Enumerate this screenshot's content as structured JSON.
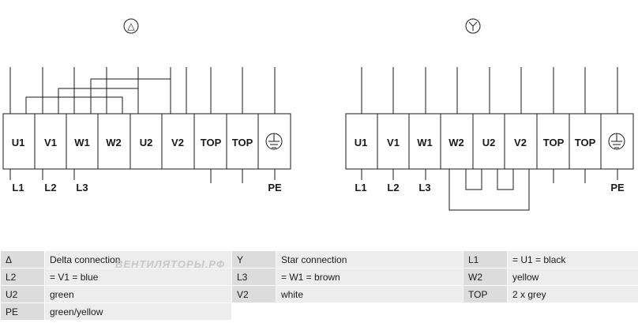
{
  "delta_diagram": {
    "symbol": "△",
    "terminals": [
      "U1",
      "V1",
      "W1",
      "W2",
      "U2",
      "V2",
      "TOP",
      "TOP"
    ],
    "supply_labels": [
      "L1",
      "L2",
      "L3"
    ],
    "earth_label": "PE"
  },
  "star_diagram": {
    "symbol": "Y",
    "terminals": [
      "U1",
      "V1",
      "W1",
      "W2",
      "U2",
      "V2",
      "TOP",
      "TOP"
    ],
    "supply_labels": [
      "L1",
      "L2",
      "L3"
    ],
    "earth_label": "PE"
  },
  "watermark": "ВЕНТИЛЯТОРЫ.РФ",
  "legend": [
    [
      {
        "key": "Δ",
        "value": "Delta connection"
      },
      {
        "key": "Y",
        "value": "Star connection"
      },
      {
        "key": "L1",
        "value": "= U1 = black"
      }
    ],
    [
      {
        "key": "L2",
        "value": "= V1 = blue"
      },
      {
        "key": "L3",
        "value": "= W1 = brown"
      },
      {
        "key": "W2",
        "value": "yellow"
      }
    ],
    [
      {
        "key": "U2",
        "value": "green"
      },
      {
        "key": "V2",
        "value": "white"
      },
      {
        "key": "TOP",
        "value": "2 x grey"
      }
    ],
    [
      {
        "key": "PE",
        "value": "green/yellow"
      }
    ]
  ]
}
